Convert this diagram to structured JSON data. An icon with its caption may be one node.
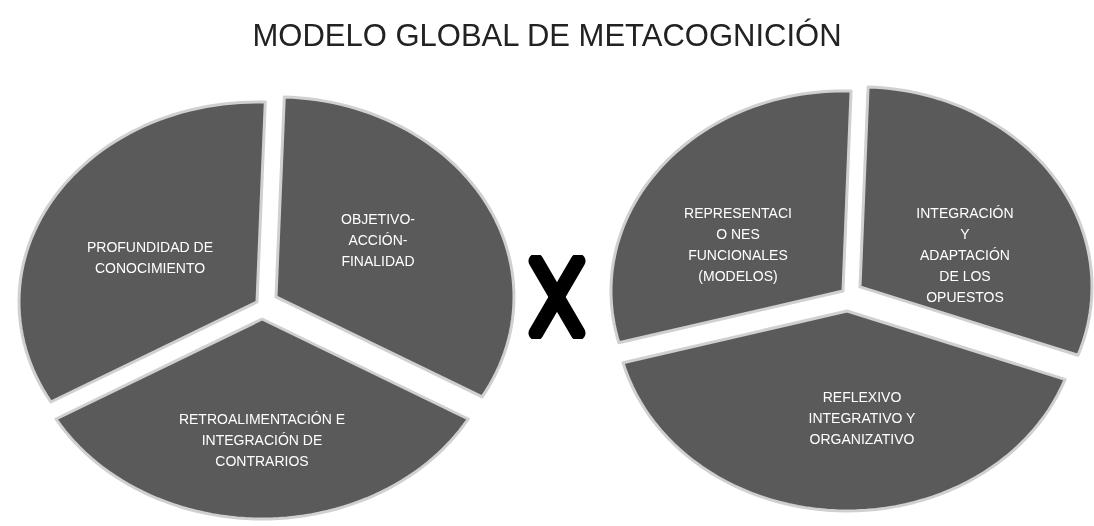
{
  "diagram": {
    "title": "MODELO GLOBAL DE METACOGNICIÓN",
    "nodes": [
      {
        "text": [
          "PROFUNDIDAD DE CONOCIMIENTO"
        ]
      },
      {
        "text": [
          "OBJETIVO- ACCIÓN- FINALIDAD"
        ]
      },
      {
        "text": [
          "RETROALIMENTACIÓN E INTEGRACIÓN DE CONTRARIOS"
        ]
      },
      {
        "text": [
          "REPRESENTACIO NES FUNCIONALES (MODELOS)"
        ]
      },
      {
        "text": [
          "INTEGRACIÓN Y ADAPTACIÓN DE LOS OPUESTOS"
        ]
      },
      {
        "text": [
          "REFLEXIVO INTEGRATIVO Y ORGANIZATIVO"
        ]
      }
    ]
  }
}
